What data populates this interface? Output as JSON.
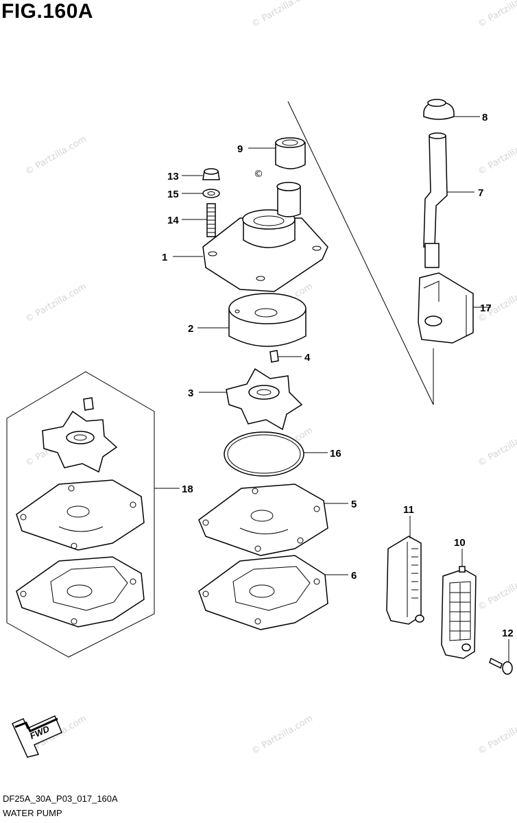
{
  "figure": {
    "title": "FIG.160A",
    "code": "DF25A_30A_P03_017_160A",
    "name": "WATER PUMP",
    "fwd_label": "FWD"
  },
  "watermark": "© Partzilla.com",
  "callouts": {
    "c1": "1",
    "c2": "2",
    "c3": "3",
    "c4": "4",
    "c5": "5",
    "c6": "6",
    "c7": "7",
    "c8": "8",
    "c9": "9",
    "c10": "10",
    "c11": "11",
    "c12": "12",
    "c13": "13",
    "c14": "14",
    "c15": "15",
    "c16": "16",
    "c17": "17",
    "c18": "18"
  }
}
